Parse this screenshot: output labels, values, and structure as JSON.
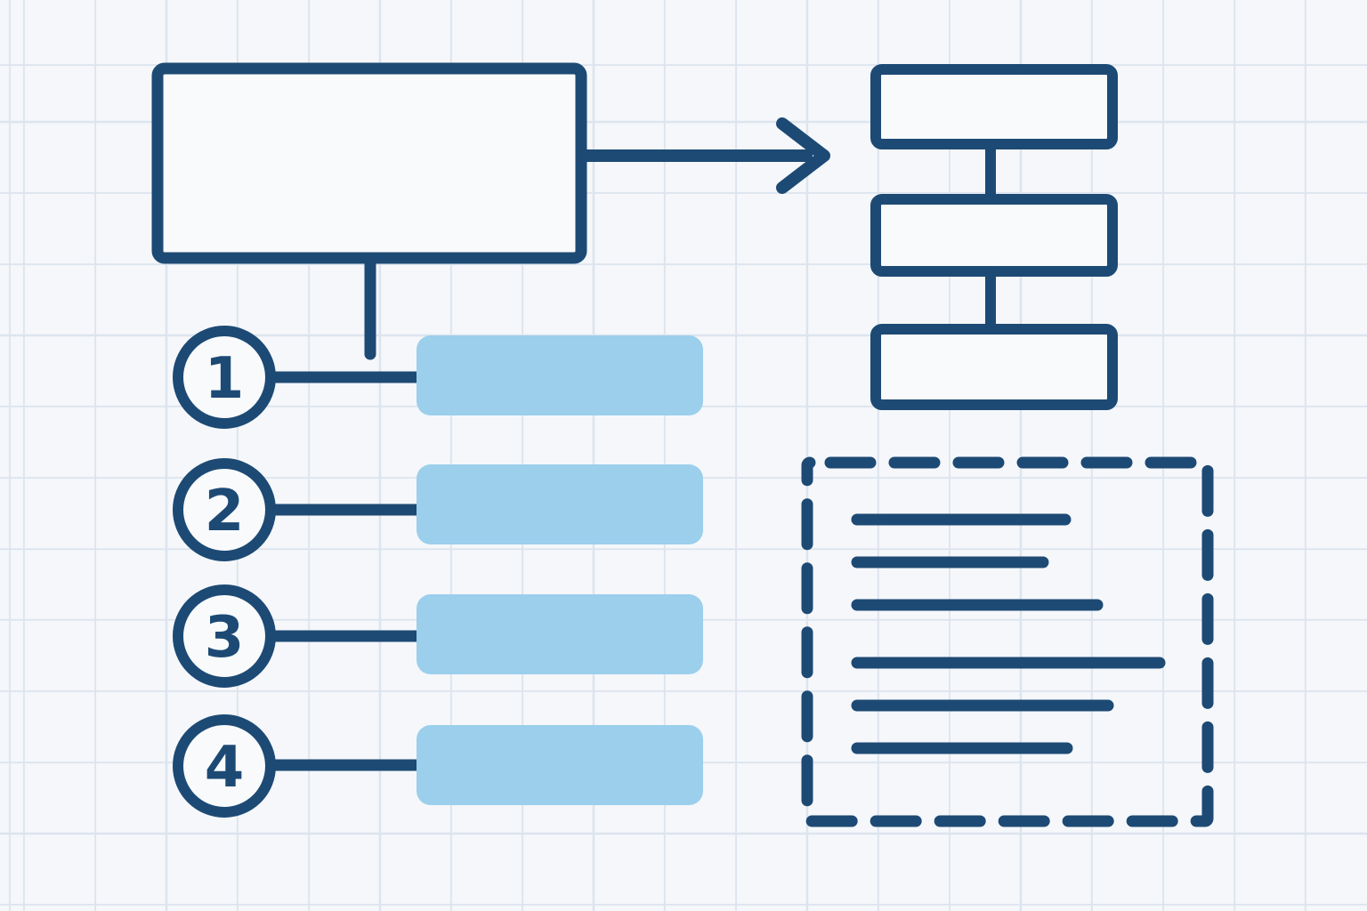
{
  "colors": {
    "background": "#f5f7fa",
    "grid_line": "#dce4ee",
    "ink_navy": "#1d4a74",
    "accent_light_blue": "#9bcfec",
    "paper_fill": "#f8fafc"
  },
  "flowchart": {
    "main_box": {
      "shape": "rectangle",
      "content": ""
    },
    "stacked_boxes": {
      "count": 3
    },
    "steps": [
      {
        "number": "1"
      },
      {
        "number": "2"
      },
      {
        "number": "3"
      },
      {
        "number": "4"
      }
    ],
    "notes_panel": {
      "border": "dashed",
      "text_line_count": 6
    }
  }
}
